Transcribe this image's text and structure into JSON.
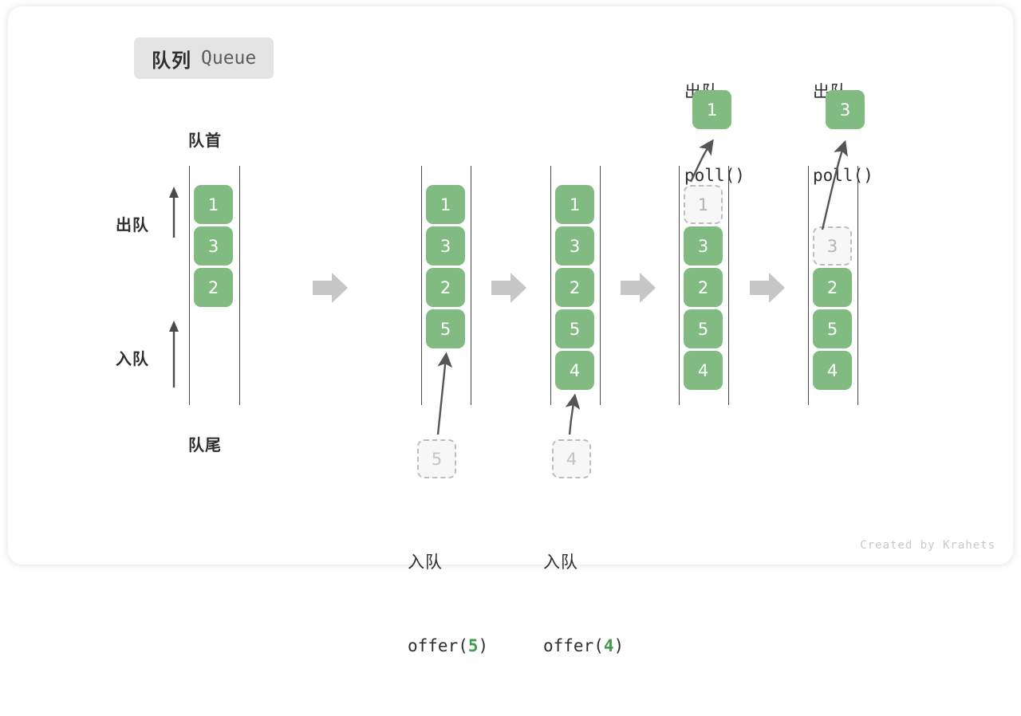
{
  "title": {
    "cn": "队列",
    "en": "Queue"
  },
  "labels": {
    "head": "队首",
    "tail": "队尾",
    "dequeue": "出队",
    "enqueue": "入队"
  },
  "credit": "Created by Krahets",
  "colors": {
    "cell_green": "#82bb82",
    "ghost_gray": "#f7f7f7",
    "ghost_border": "#bdbdbd",
    "rail": "#4a4a4a",
    "flow_arrow": "#c6c6c6",
    "accent_text": "#3f9c48",
    "badge_bg": "#e4e4e4"
  },
  "stages": [
    {
      "id": "initial",
      "cells": [
        "1",
        "3",
        "2"
      ],
      "caption_cn": "",
      "caption_code": ""
    },
    {
      "id": "offer-5",
      "cells": [
        "1",
        "3",
        "2",
        "5"
      ],
      "pending": "5",
      "caption_cn": "入队",
      "caption_code_pre": "offer(",
      "caption_code_arg": "5",
      "caption_code_post": ")"
    },
    {
      "id": "offer-4",
      "cells": [
        "1",
        "3",
        "2",
        "5",
        "4"
      ],
      "pending": "4",
      "caption_cn": "入队",
      "caption_code_pre": "offer(",
      "caption_code_arg": "4",
      "caption_code_post": ")"
    },
    {
      "id": "poll-1",
      "ghost": "1",
      "cells": [
        "3",
        "2",
        "5",
        "4"
      ],
      "popped": "1",
      "header_cn": "出队",
      "header_code": "poll()"
    },
    {
      "id": "poll-3",
      "ghost": "3",
      "cells": [
        "2",
        "5",
        "4"
      ],
      "popped": "3",
      "header_cn": "出队",
      "header_code": "poll()"
    }
  ]
}
